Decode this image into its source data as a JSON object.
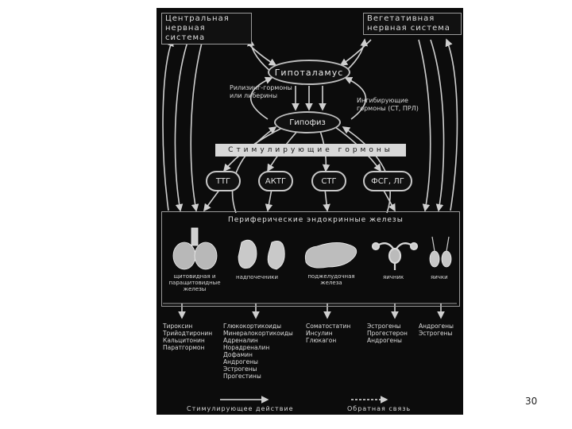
{
  "diagram": {
    "cns": "Центральная\nнервная система",
    "pns": "Вегетативная\nнервная система",
    "hypothalamus": "Гипоталамус",
    "releasing_note": "Рилизинг-гормоны\nили либерины",
    "inhibiting_note": "Ингибирующие\nгормоны (СТ, ПРЛ)",
    "pituitary": "Гипофиз",
    "stimulating_band": "Стимулирующие гормоны",
    "hormones": [
      "ТТГ",
      "АКТГ",
      "СТГ",
      "ФСГ, ЛГ"
    ],
    "peripheral_title": "Периферические эндокринные железы",
    "glands": [
      {
        "name": "щитовидная и паращитовидные железы",
        "icon": "thyroid-icon"
      },
      {
        "name": "надпочечники",
        "icon": "adrenal-icon"
      },
      {
        "name": "поджелудочная железа",
        "icon": "pancreas-icon"
      },
      {
        "name": "яичник",
        "icon": "ovary-icon"
      },
      {
        "name": "яички",
        "icon": "testes-icon"
      }
    ],
    "products": [
      [
        "Тироксин",
        "Трийодтиронин",
        "Кальцитонин",
        "Паратгормон"
      ],
      [
        "Глюкокортикоиды",
        "Минералокортикоиды",
        "Адреналин",
        "Норадреналин",
        "Дофамин",
        "Андрогены",
        "Эстрогены",
        "Прогестины"
      ],
      [
        "Соматостатин",
        "Инсулин",
        "Глюкагон"
      ],
      [
        "Эстрогены",
        "Прогестерон",
        "Андрогены"
      ],
      [
        "Андрогены",
        "Эстрогены"
      ]
    ],
    "legend_stimulating": "Стимулирующее действие",
    "legend_feedback": "Обратная связь"
  },
  "page_number": "30",
  "colors": {
    "background": "#0c0c0c",
    "foreground": "#d8d8d8",
    "page": "#ffffff"
  }
}
